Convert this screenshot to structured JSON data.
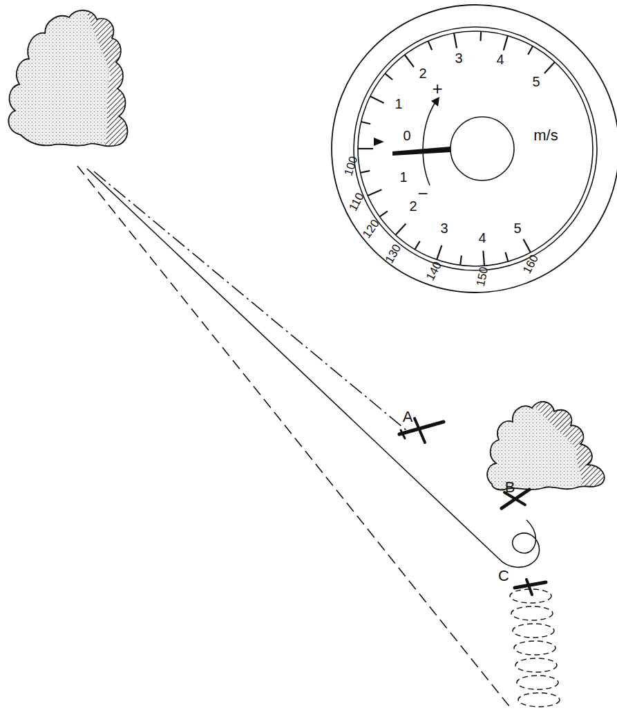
{
  "diagram": {
    "labels": [
      "1",
      "2",
      "3",
      "4",
      "5",
      "0",
      "+",
      "m/s",
      "−",
      "1",
      "2",
      "3",
      "4",
      "5",
      "100",
      "110",
      "120",
      "130",
      "140",
      "150",
      "160",
      "A",
      "B",
      "C"
    ]
  }
}
